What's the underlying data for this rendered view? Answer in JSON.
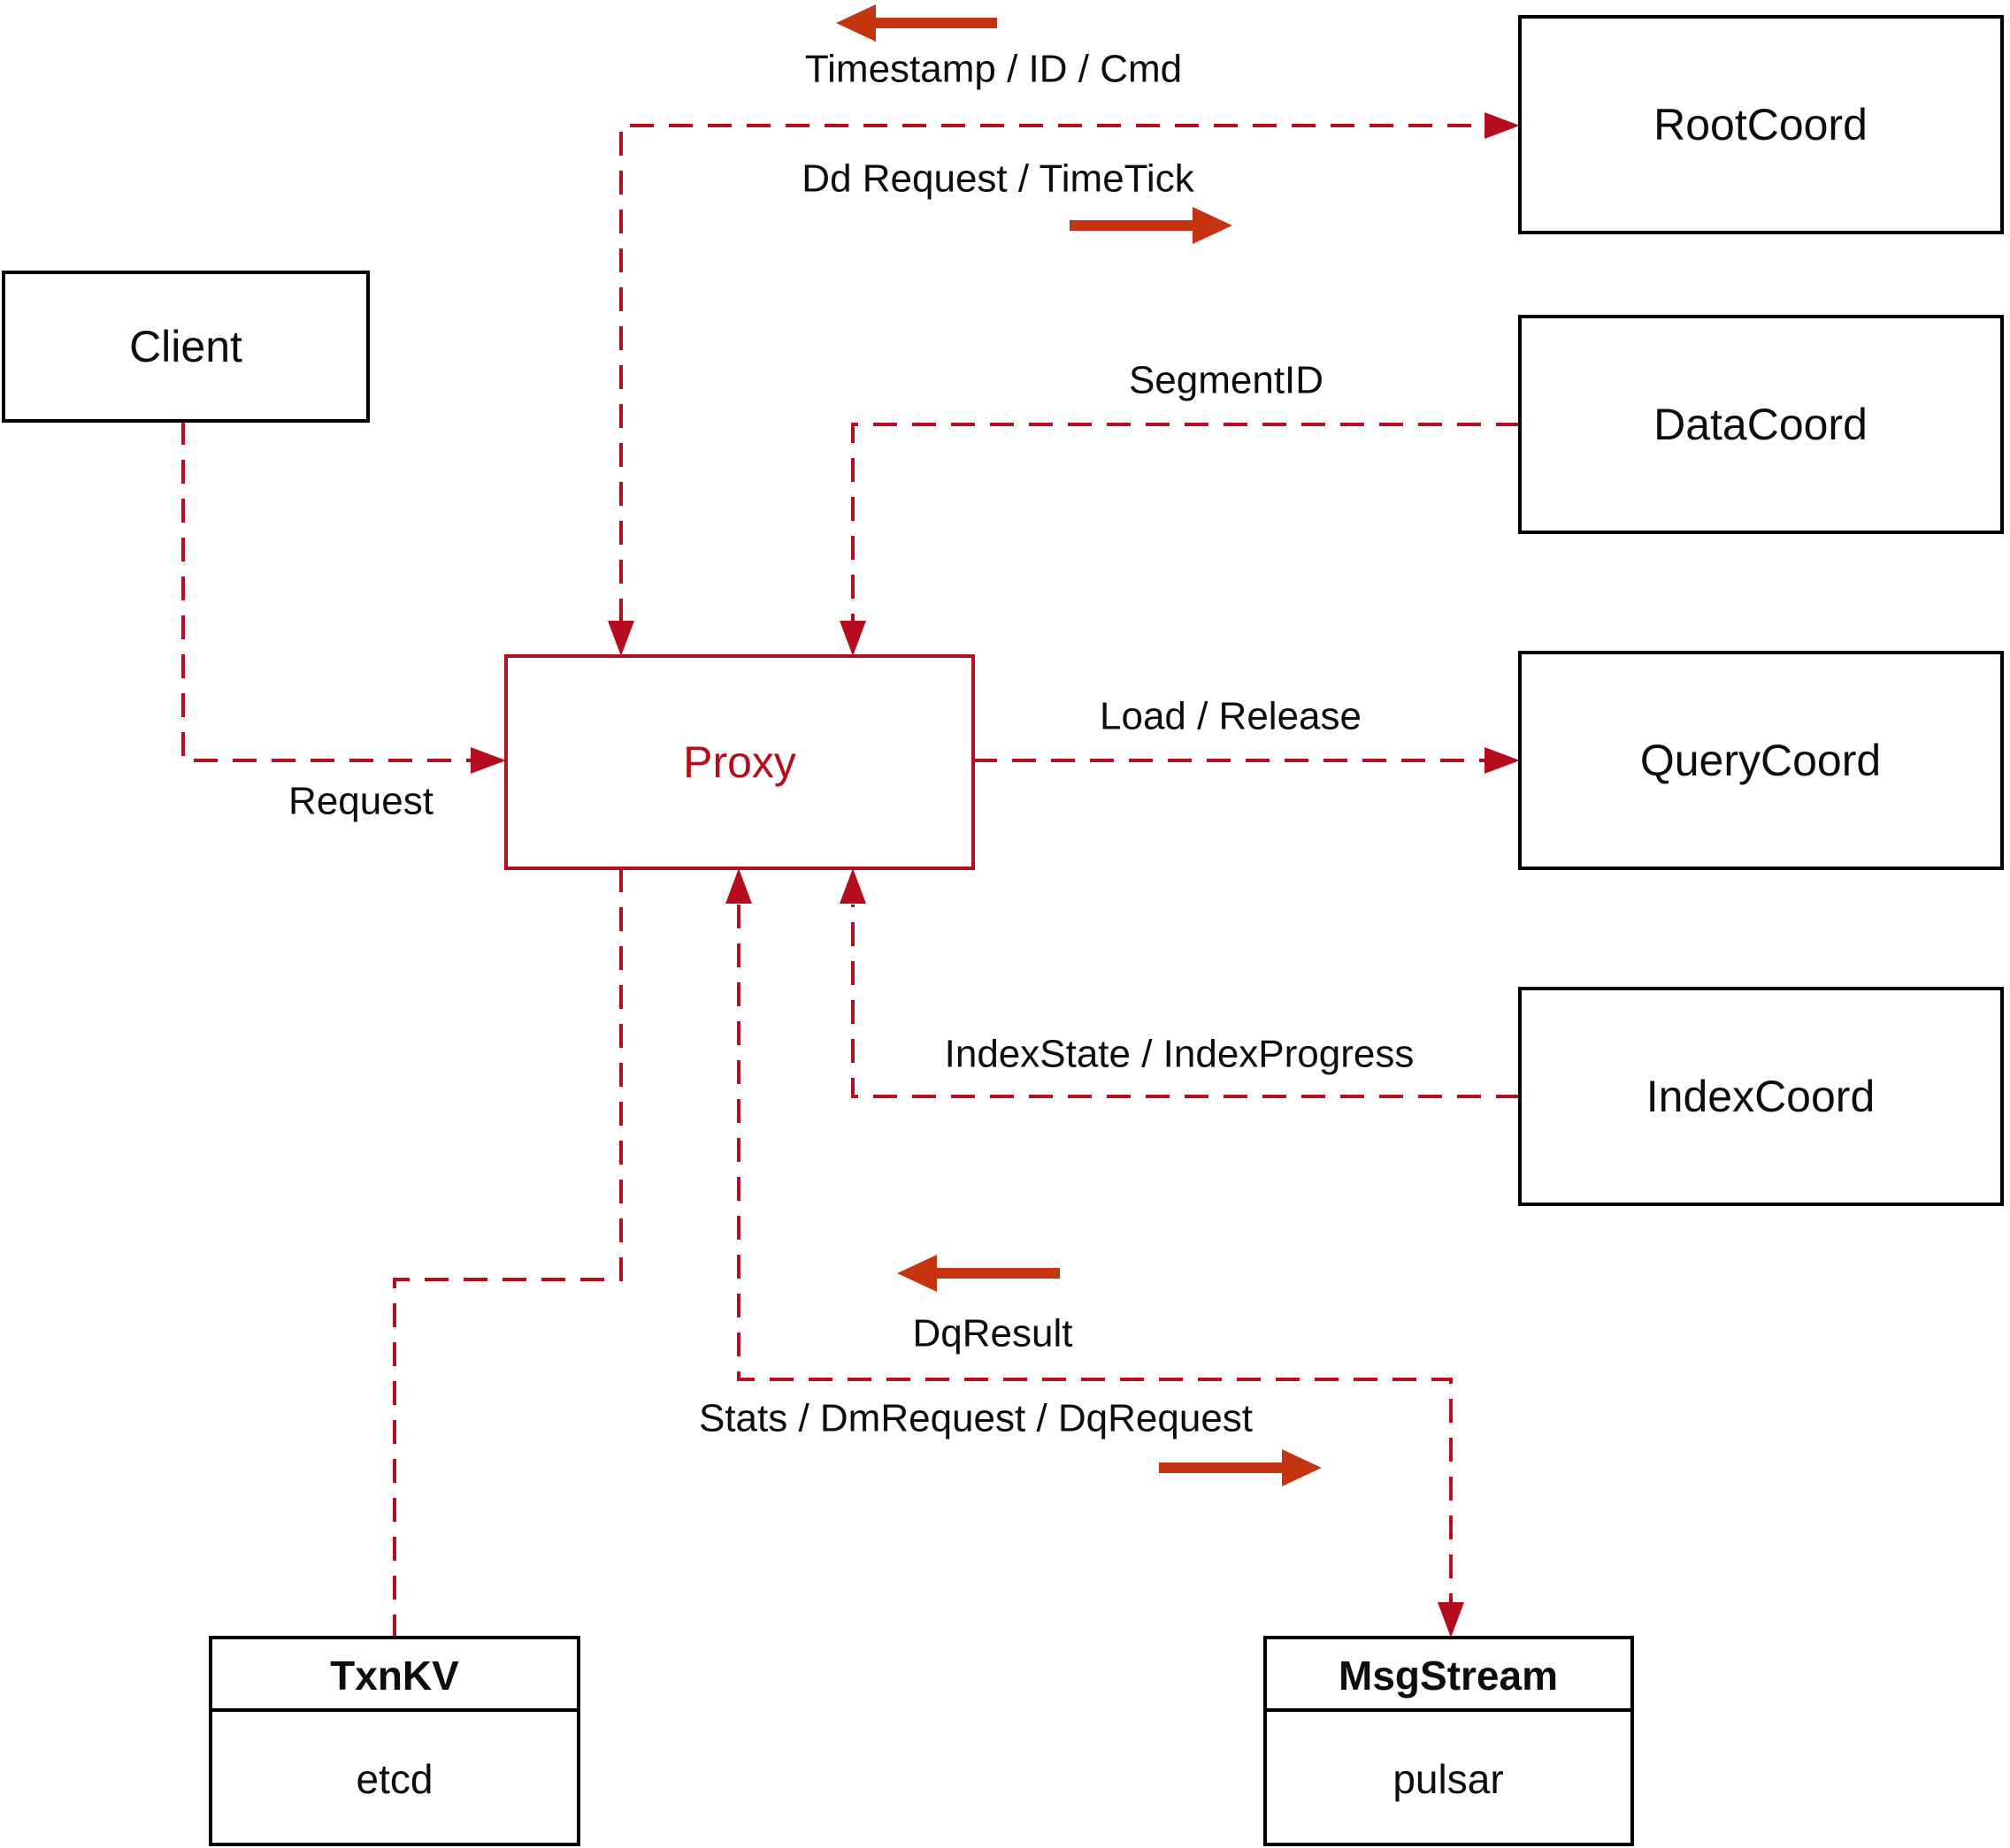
{
  "diagram": {
    "colors": {
      "background": "#ffffff",
      "line": "#b50d1e",
      "solid_arrow": "#c63310",
      "box_border": "#000000",
      "text": "#0d0d0d"
    },
    "nodes": {
      "client": {
        "label": "Client"
      },
      "proxy": {
        "label": "Proxy"
      },
      "root_coord": {
        "label": "RootCoord"
      },
      "data_coord": {
        "label": "DataCoord"
      },
      "query_coord": {
        "label": "QueryCoord"
      },
      "index_coord": {
        "label": "IndexCoord"
      },
      "txn_kv": {
        "title": "TxnKV",
        "subtitle": "etcd"
      },
      "msg_stream": {
        "title": "MsgStream",
        "subtitle": "pulsar"
      }
    },
    "edge_labels": {
      "timestamp": "Timestamp / ID / Cmd",
      "dd_request": "Dd Request / TimeTick",
      "segment_id": "SegmentID",
      "load_release": "Load / Release",
      "request": "Request",
      "index_state": "IndexState / IndexProgress",
      "dq_result": "DqResult",
      "stats": "Stats / DmRequest / DqRequest"
    }
  }
}
